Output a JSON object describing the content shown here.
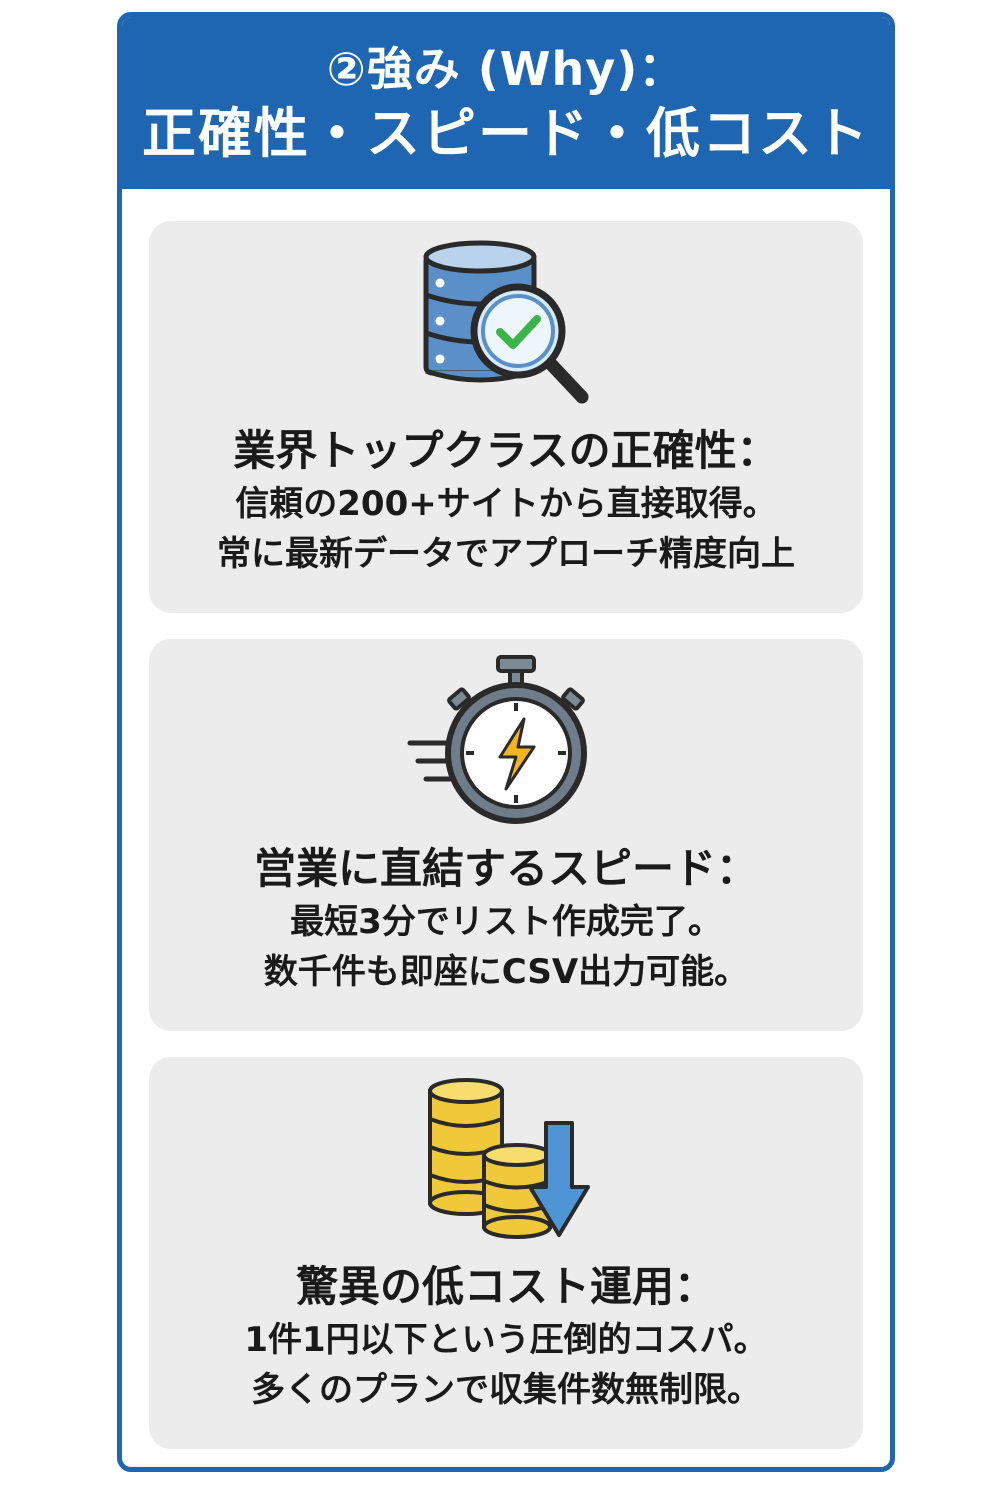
{
  "header": {
    "line1": "②強み (Why)：",
    "line2": "正確性・スピード・低コスト"
  },
  "cards": [
    {
      "icon": "database-magnifier-check-icon",
      "title": "業界トップクラスの正確性：",
      "lines": [
        "信頼の200+サイトから直接取得。",
        "常に最新データでアプローチ精度向上"
      ]
    },
    {
      "icon": "stopwatch-lightning-icon",
      "title": "営業に直結するスピード：",
      "lines": [
        "最短3分でリスト作成完了。",
        "数千件も即座にCSV出力可能。"
      ]
    },
    {
      "icon": "coins-down-arrow-icon",
      "title": "驚異の低コスト運用：",
      "lines": [
        "1件1円以下という圧倒的コスパ。",
        "多くのプランで収集件数無制限。"
      ]
    }
  ],
  "colors": {
    "brand_blue": "#1e66b2",
    "card_bg": "#ececec",
    "check_green": "#3bb54a",
    "bolt_yellow": "#f2b51c",
    "coin_gold": "#f0c93a",
    "arrow_blue": "#4f95d6"
  }
}
